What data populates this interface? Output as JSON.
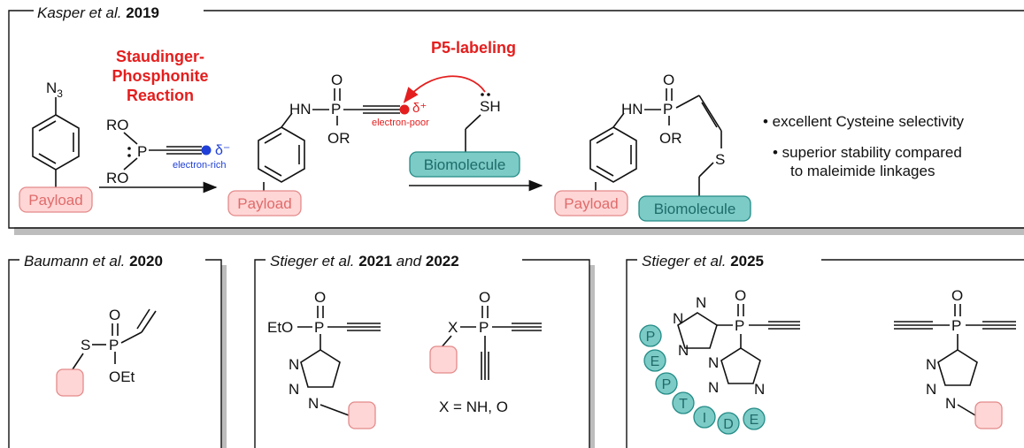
{
  "top_panel": {
    "author": "Kasper et al.",
    "year": "2019",
    "step1_label_line1": "Staudinger-",
    "step1_label_line2": "Phosphonite",
    "step1_label_line3": "Reaction",
    "step2_label": "P5-labeling",
    "reagent": {
      "ro_top": "RO",
      "ro_bottom": "RO",
      "p": "P",
      "charge": "δ⁻",
      "note": "electron-rich"
    },
    "azide": {
      "n3": "N",
      "n3_sub": "3",
      "payload": "Payload"
    },
    "intermediate": {
      "hn": "HN",
      "p": "P",
      "o": "O",
      "or": "OR",
      "charge": "δ⁺",
      "note": "electron-poor",
      "payload": "Payload"
    },
    "thiol": {
      "sh": "SH",
      "biomolecule": "Biomolecule"
    },
    "product": {
      "hn": "HN",
      "p": "P",
      "o": "O",
      "or": "OR",
      "s": "S",
      "payload": "Payload",
      "biomolecule": "Biomolecule"
    },
    "bullets": [
      "• excellent Cysteine selectivity",
      "• superior stability compared",
      "to maleimide linkages"
    ]
  },
  "panel_baumann": {
    "author": "Baumann et al.",
    "year": "2020",
    "s": "S",
    "p": "P",
    "o": "O",
    "oet": "OEt"
  },
  "panel_stieger_2021": {
    "author": "Stieger et al.",
    "year1": "2021",
    "and": "and",
    "year2": "2022",
    "eto": "EtO",
    "p": "P",
    "o": "O",
    "n": "N",
    "x": "X",
    "x_def": "X = NH, O"
  },
  "panel_stieger_2025": {
    "author": "Stieger et al.",
    "year": "2025",
    "p": "P",
    "o": "O",
    "n": "N",
    "peptide": [
      "P",
      "E",
      "P",
      "T",
      "I",
      "D",
      "E"
    ]
  },
  "colors": {
    "accent_red": "#e41e1e",
    "payload_fill": "#ffd6d6",
    "biomolecule_fill": "#7ccbc6",
    "electron_rich": "#1f3fd6"
  }
}
